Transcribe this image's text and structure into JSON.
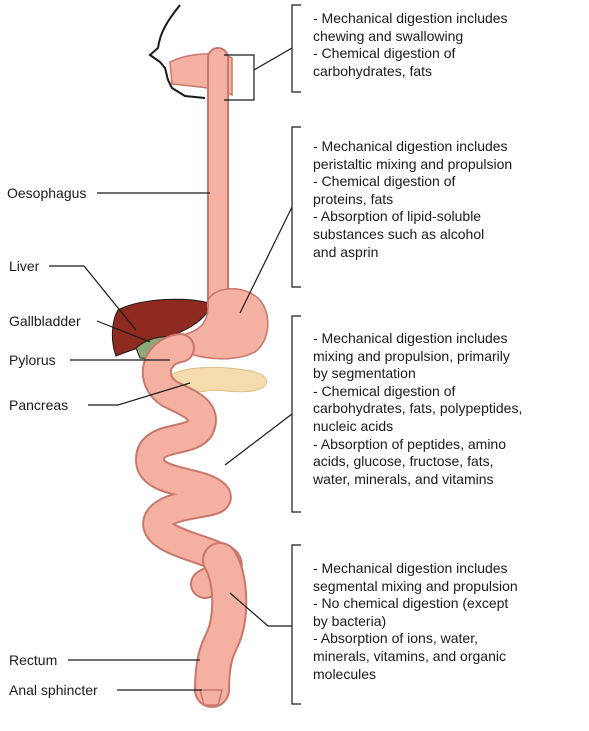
{
  "labels": {
    "oesophagus": "Oesophagus",
    "liver": "Liver",
    "gallbladder": "Gallbladder",
    "pylorus": "Pylorus",
    "pancreas": "Pancreas",
    "rectum": "Rectum",
    "anal_sphincter": "Anal sphincter"
  },
  "notes": {
    "mouth": [
      "- Mechanical digestion includes",
      "  chewing and swallowing",
      "- Chemical digestion of",
      "  carbohydrates, fats"
    ],
    "stomach": [
      "- Mechanical digestion includes",
      "  peristaltic mixing and propulsion",
      "- Chemical digestion of",
      "  proteins, fats",
      "- Absorption of lipid-soluble",
      "  substances such as alcohol",
      "  and asprin"
    ],
    "small_intestine": [
      "- Mechanical digestion includes",
      "  mixing and propulsion, primarily",
      "  by segmentation",
      "- Chemical digestion of",
      "  carbohydrates, fats, polypeptides,",
      "  nucleic acids",
      "- Absorption of peptides, amino",
      "  acids, glucose, fructose, fats,",
      "  water, minerals, and vitamins"
    ],
    "large_intestine": [
      "- Mechanical digestion includes",
      "  segmental mixing and propulsion",
      "- No chemical digestion (except",
      "  by bacteria)",
      "- Absorption of ions, water,",
      "  minerals, vitamins, and organic",
      "  molecules"
    ]
  },
  "colors": {
    "tract_fill": "#f4b1a2",
    "tract_stroke": "#c9776a",
    "liver": "#8e2a20",
    "gallbladder": "#8fa877",
    "pancreas": "#f5dcae",
    "outline": "#1a1a1a"
  }
}
